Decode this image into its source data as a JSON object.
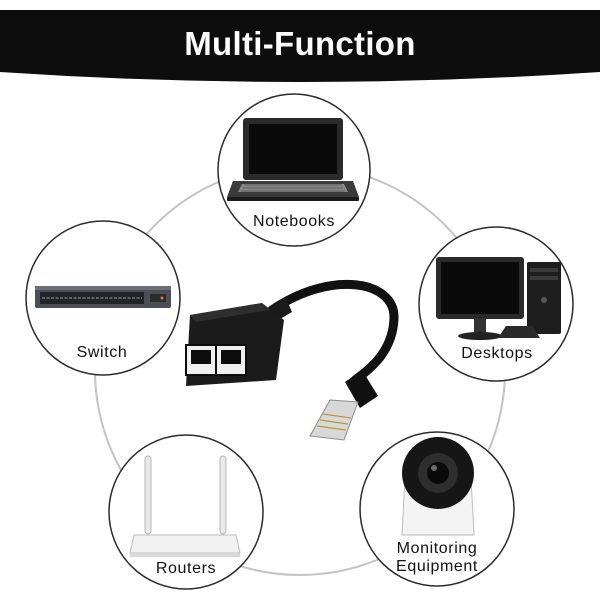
{
  "banner": {
    "title": "Multi-Function"
  },
  "devices": {
    "notebooks": "Notebooks",
    "switch": "Switch",
    "desktops": "Desktops",
    "routers": "Routers",
    "monitoring_line1": "Monitoring",
    "monitoring_line2": "Equipment"
  },
  "colors": {
    "banner": "#0d0d0d",
    "ring": "#c8c8c8",
    "bubble_border": "#2b2b2b",
    "cable": "#111111",
    "router_body": "#f2f2f2"
  }
}
